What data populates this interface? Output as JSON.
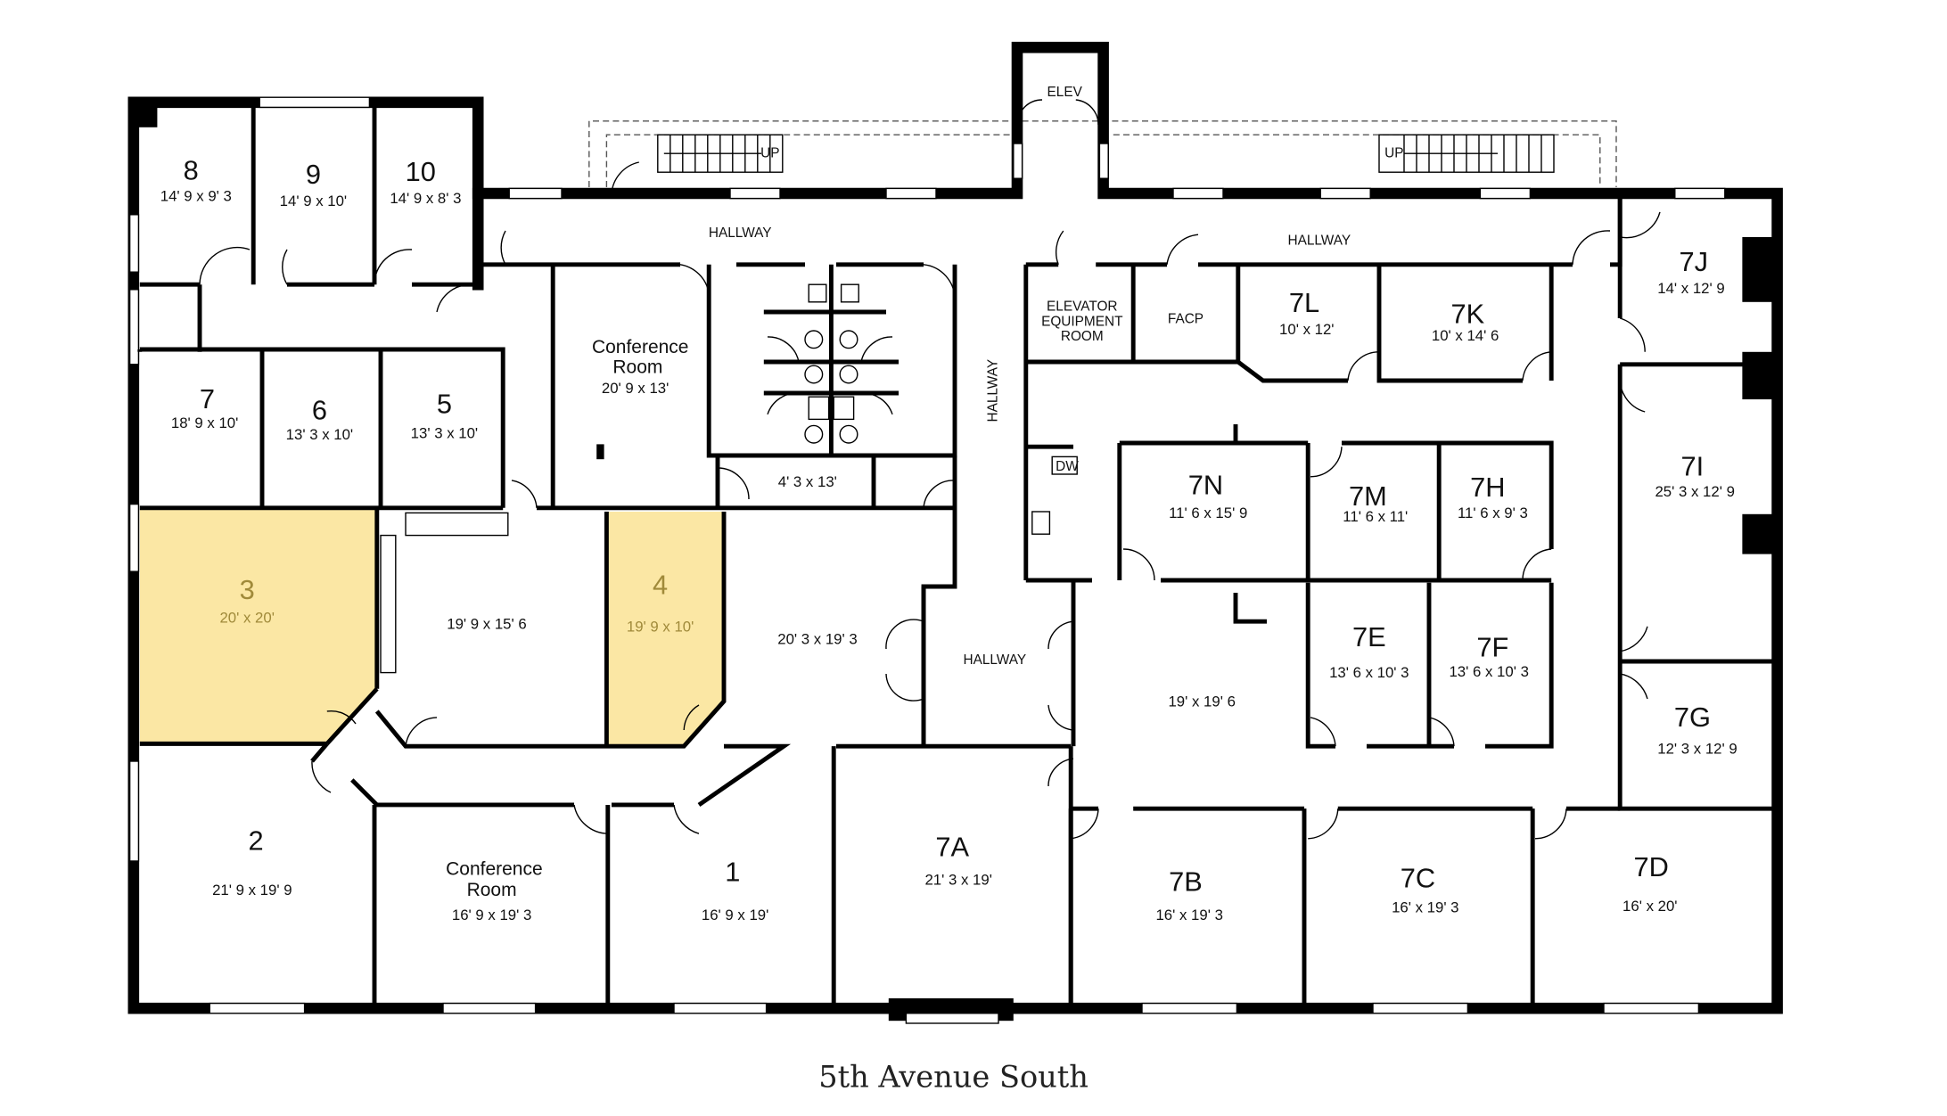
{
  "colors": {
    "highlight_fill": "#fbe7a4",
    "highlight_text": "#a08a3a",
    "wall": "#000000"
  },
  "street": "5th Avenue South",
  "labels": {
    "elev": "ELEV",
    "hallway_top_left": "HALLWAY",
    "hallway_top_right": "HALLWAY",
    "hallway_vertical": "HALLWAY",
    "hallway_center": "HALLWAY",
    "elevator_equipment": [
      "ELEVATOR",
      "EQUIPMENT",
      "ROOM"
    ],
    "facp": "FACP",
    "dw": "DW",
    "stairs_up": "UP"
  },
  "rooms": {
    "r8": {
      "name": "8",
      "size": "14' 9 x 9' 3"
    },
    "r9": {
      "name": "9",
      "size": "14' 9 x 10'"
    },
    "r10": {
      "name": "10",
      "size": "14' 9 x 8' 3"
    },
    "r7": {
      "name": "7",
      "size": "18' 9 x 10'"
    },
    "r6": {
      "name": "6",
      "size": "13' 3 x 10'"
    },
    "r5": {
      "name": "5",
      "size": "13' 3 x 10'"
    },
    "conf_top": {
      "name": [
        "Conference",
        "Room"
      ],
      "size": "20' 9 x 13'"
    },
    "closet": {
      "size": "4' 3 x 13'"
    },
    "r3": {
      "name": "3",
      "size": "20' x 20'",
      "highlighted": true
    },
    "open_a": {
      "size": "19' 9 x 15' 6"
    },
    "r4": {
      "name": "4",
      "size": "19' 9 x 10'",
      "highlighted": true
    },
    "open_b": {
      "size": "20' 3 x 19' 3"
    },
    "r2": {
      "name": "2",
      "size": "21' 9 x 19' 9"
    },
    "conf_bottom": {
      "name": [
        "Conference",
        "Room"
      ],
      "size": "16' 9 x 19' 3"
    },
    "r1": {
      "name": "1",
      "size": "16' 9 x 19'"
    },
    "r7a": {
      "name": "7A",
      "size": "21' 3 x 19'"
    },
    "r7b": {
      "name": "7B",
      "size": "16' x 19' 3"
    },
    "r7c": {
      "name": "7C",
      "size": "16' x 19' 3"
    },
    "r7d": {
      "name": "7D",
      "size": "16' x 20'"
    },
    "r7e": {
      "name": "7E",
      "size": "13' 6 x 10' 3"
    },
    "r7f": {
      "name": "7F",
      "size": "13' 6 x 10' 3"
    },
    "r7g": {
      "name": "7G",
      "size": "12' 3 x 12' 9"
    },
    "r7h": {
      "name": "7H",
      "size": "11' 6 x 9' 3"
    },
    "r7i": {
      "name": "7I",
      "size": "25' 3 x 12' 9"
    },
    "r7j": {
      "name": "7J",
      "size": "14' x 12' 9"
    },
    "r7k": {
      "name": "7K",
      "size": "10' x 14' 6"
    },
    "r7l": {
      "name": "7L",
      "size": "10' x 12'"
    },
    "r7m": {
      "name": "7M",
      "size": "11' 6 x 11'"
    },
    "r7n": {
      "name": "7N",
      "size": "11' 6 x 15' 9"
    },
    "open_c": {
      "size": "19' x 19' 6"
    }
  }
}
